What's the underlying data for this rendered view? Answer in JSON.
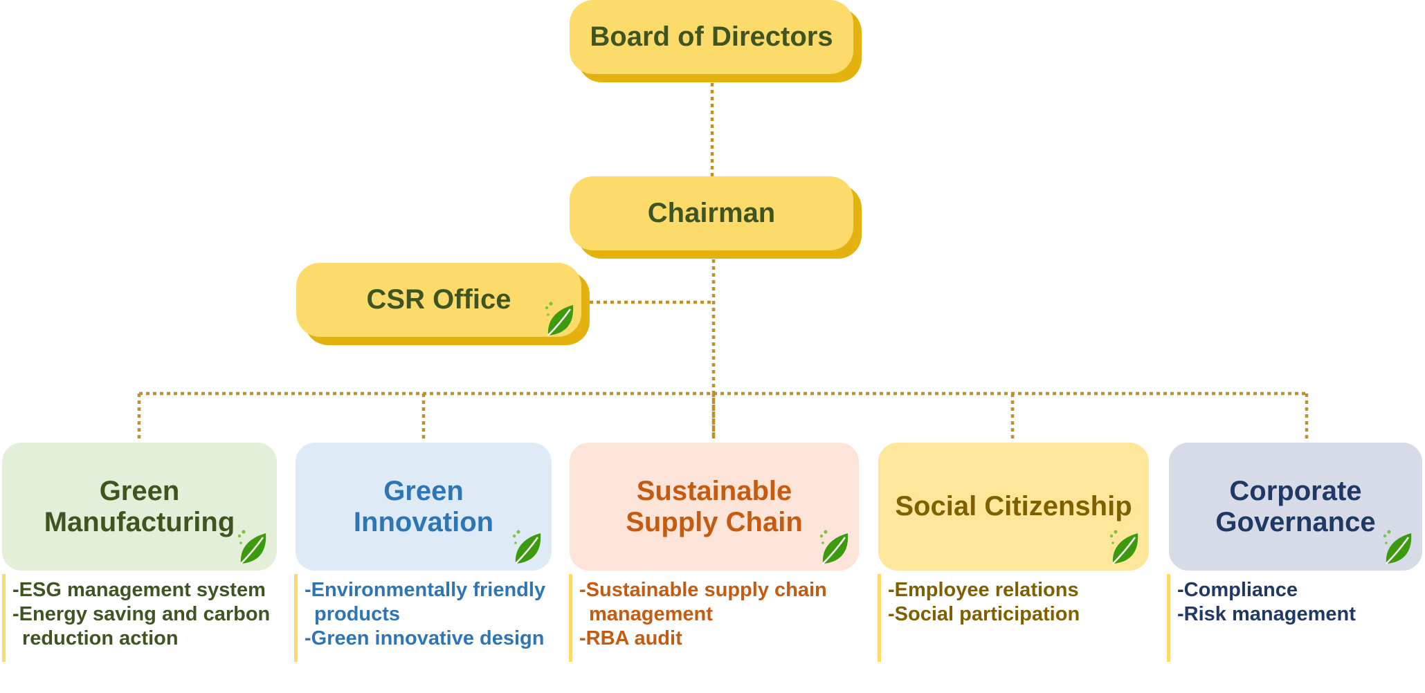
{
  "board": {
    "label": "Board of Directors"
  },
  "chairman": {
    "label": "Chairman"
  },
  "csr_office": {
    "label": "CSR Office"
  },
  "departments": [
    {
      "line1": "Green",
      "line2": "Manufacturing",
      "bg": "#e3efd8",
      "color": "#3e5522",
      "items": [
        "-ESG management system",
        "-Energy saving and carbon reduction action"
      ]
    },
    {
      "line1": "Green",
      "line2": "Innovation",
      "bg": "#deeaf6",
      "color": "#2e75b6",
      "items": [
        "-Environmentally friendly products",
        "-Green innovative design"
      ]
    },
    {
      "line1": "Sustainable",
      "line2": "Supply Chain",
      "bg": "#fde4d8",
      "color": "#c55a11",
      "items": [
        "-Sustainable supply chain management",
        "-RBA audit"
      ]
    },
    {
      "line1": "Social Citizenship",
      "line2": "",
      "bg": "#fee69a",
      "color": "#7f6000",
      "items": [
        "-Employee relations",
        "-Social participation"
      ]
    },
    {
      "line1": "Corporate",
      "line2": "Governance",
      "bg": "#d6dbe7",
      "color": "#1f3864",
      "items": [
        "-Compliance",
        "-Risk management"
      ]
    }
  ],
  "colors": {
    "box_fill": "#fddb6b",
    "box_shadow": "#e3b20e",
    "connector": "#c09020",
    "leaf_green": "#3c9a0e"
  },
  "icons": {
    "department_marker": "leaf-icon"
  }
}
